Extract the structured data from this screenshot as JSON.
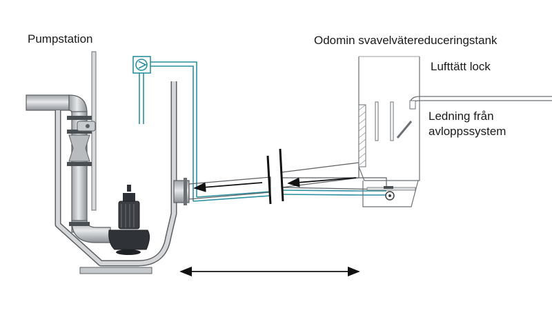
{
  "labels": {
    "pump_station": "Pumpstation",
    "tank": "Odomin svavelvätereduceringstank",
    "lid": "Lufttätt lock",
    "inlet_line1": "Ledning från",
    "inlet_line2": "avloppssystem"
  },
  "colors": {
    "pipe_fill": "#d4d6d8",
    "pipe_stroke": "#5a5f63",
    "air_line": "#2a8fa0",
    "arrow": "#111111",
    "pump_dark": "#3b3f43"
  },
  "icons": [
    "pump-symbol-icon",
    "flow-arrow-icon",
    "distance-arrow-icon"
  ]
}
